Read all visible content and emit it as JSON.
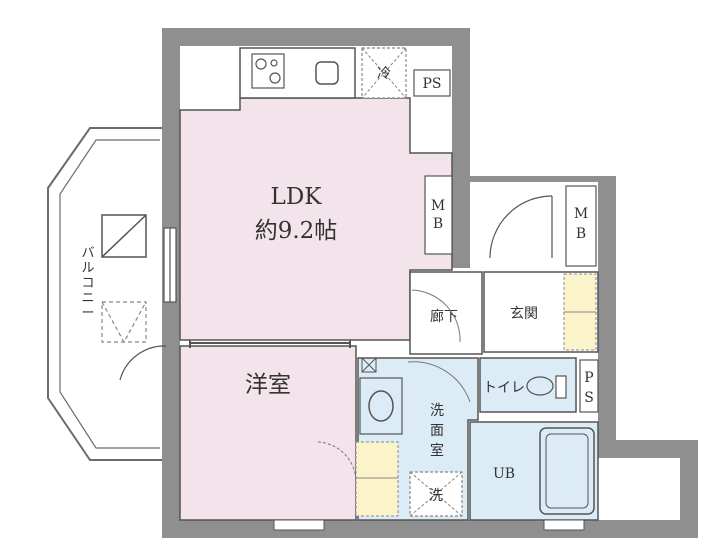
{
  "colors": {
    "wall": "#8f8f8f",
    "ldk_floor": "#f3e3ea",
    "bedroom_floor": "#f3e3ea",
    "wet_floor": "#dcecf6",
    "hall_floor": "#ffffff",
    "cabinet": "#fbf3c9",
    "line": "#555555"
  },
  "rooms": {
    "ldk": {
      "name": "LDK",
      "area": "約9.2帖"
    },
    "bedroom": {
      "name": "洋室"
    },
    "corridor": {
      "name": "廊下"
    },
    "entrance": {
      "name": "玄関"
    },
    "toilet": {
      "name": "トイレ"
    },
    "washroom": {
      "name": "洗面室"
    },
    "bath": {
      "name": "UB"
    },
    "balcony": {
      "name": "バルコニー"
    }
  },
  "fixtures": {
    "fridge": "冷",
    "washer": "洗",
    "ps_top": "PS",
    "ps_right": "PS",
    "mb_left": "MB",
    "mb_right": "MB"
  }
}
